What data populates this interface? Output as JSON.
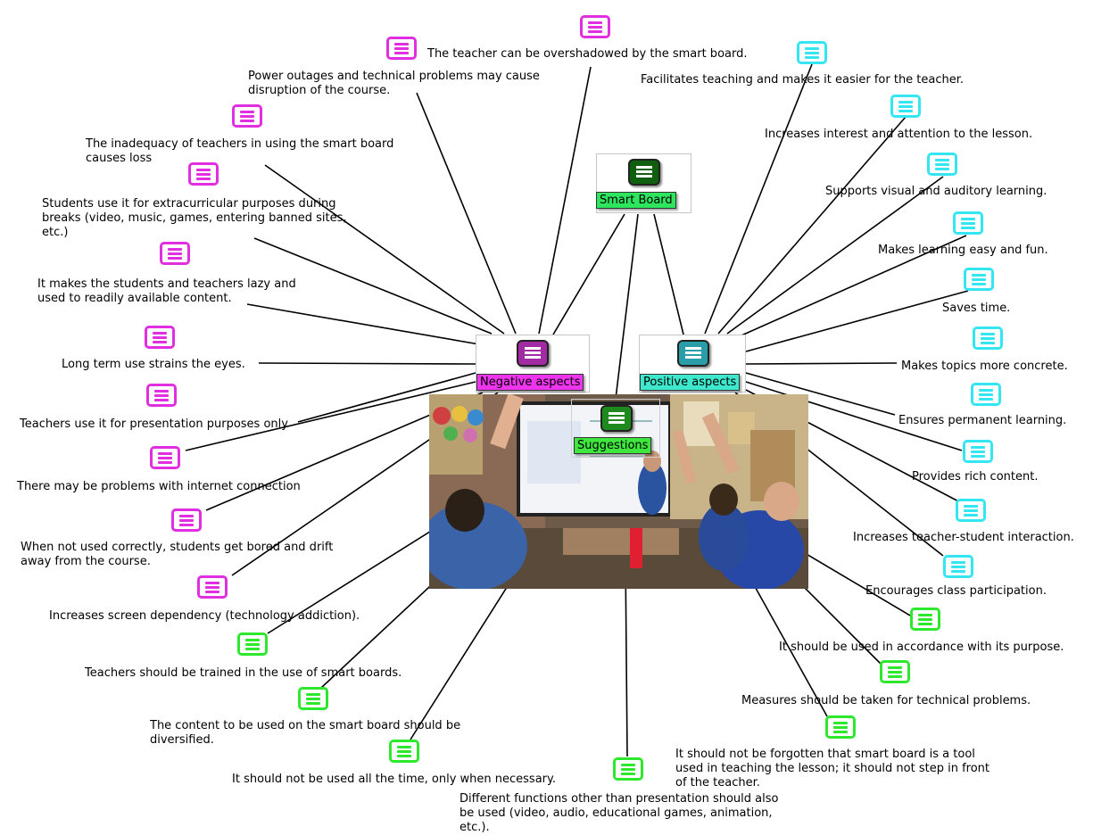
{
  "colors": {
    "negative": "#e02ee0",
    "positive": "#33e6f2",
    "suggestion": "#2ee82e",
    "center": "#0f5f0f",
    "line": "#000000"
  },
  "center": {
    "label": "Smart Board",
    "icon": "note-icon",
    "label_bg": "#2ee65e",
    "icon_color": "#0f5f0f"
  },
  "branches": [
    {
      "key": "negative",
      "label": "Negative aspects",
      "icon": "note-icon",
      "label_bg": "#ee35ee",
      "icon_color": "#a22aa2",
      "children": [
        {
          "text": "The teacher can be overshadowed by the smart board."
        },
        {
          "text": "Power outages and technical problems may cause\ndisruption of the course."
        },
        {
          "text": "The inadequacy of teachers in using the smart board\ncauses loss"
        },
        {
          "text": "Students use it for extracurricular purposes during\nbreaks (video, music, games, entering banned sites,\netc.)"
        },
        {
          "text": "It makes the students and teachers lazy and\nused to readily available content."
        },
        {
          "text": "Long term use strains the eyes."
        },
        {
          "text": "Teachers use it for presentation purposes only"
        },
        {
          "text": "There may be problems with internet connection"
        },
        {
          "text": "When not used correctly, students get bored and drift\naway from the course."
        },
        {
          "text": "Increases screen dependency (technology addiction)."
        }
      ]
    },
    {
      "key": "positive",
      "label": "Positive aspects",
      "icon": "note-icon",
      "label_bg": "#3ee8cc",
      "icon_color": "#2a9ea8",
      "children": [
        {
          "text": "Facilitates teaching and makes it easier for the teacher."
        },
        {
          "text": "Increases interest and attention to the lesson."
        },
        {
          "text": "Supports visual and auditory learning."
        },
        {
          "text": "Makes learning easy and fun."
        },
        {
          "text": "Saves time."
        },
        {
          "text": "Makes topics more concrete."
        },
        {
          "text": "Ensures permanent learning."
        },
        {
          "text": "Provides rich content."
        },
        {
          "text": "Increases teacher-student interaction."
        },
        {
          "text": "Encourages class participation."
        }
      ]
    },
    {
      "key": "suggestion",
      "label": "Suggestions",
      "icon": "note-icon",
      "label_bg": "#3ee63e",
      "icon_color": "#1e8a1e",
      "children": [
        {
          "text": "It should be used in accordance with its purpose."
        },
        {
          "text": "Measures should be taken for technical problems."
        },
        {
          "text": "It should not be forgotten that smart board is a tool\nused in teaching the lesson; it should not step in front\nof the teacher."
        },
        {
          "text": "Different functions other than presentation should also\nbe used (video, audio, educational games, animation,\netc.)."
        },
        {
          "text": "It should not be used all the time, only when necessary."
        },
        {
          "text": "The content to be used on the smart board should be\ndiversified."
        },
        {
          "text": "Teachers should be trained in the use of smart boards."
        }
      ]
    }
  ],
  "photo": {
    "subject": "Classroom with students raising hands in front of an interactive smart board"
  }
}
